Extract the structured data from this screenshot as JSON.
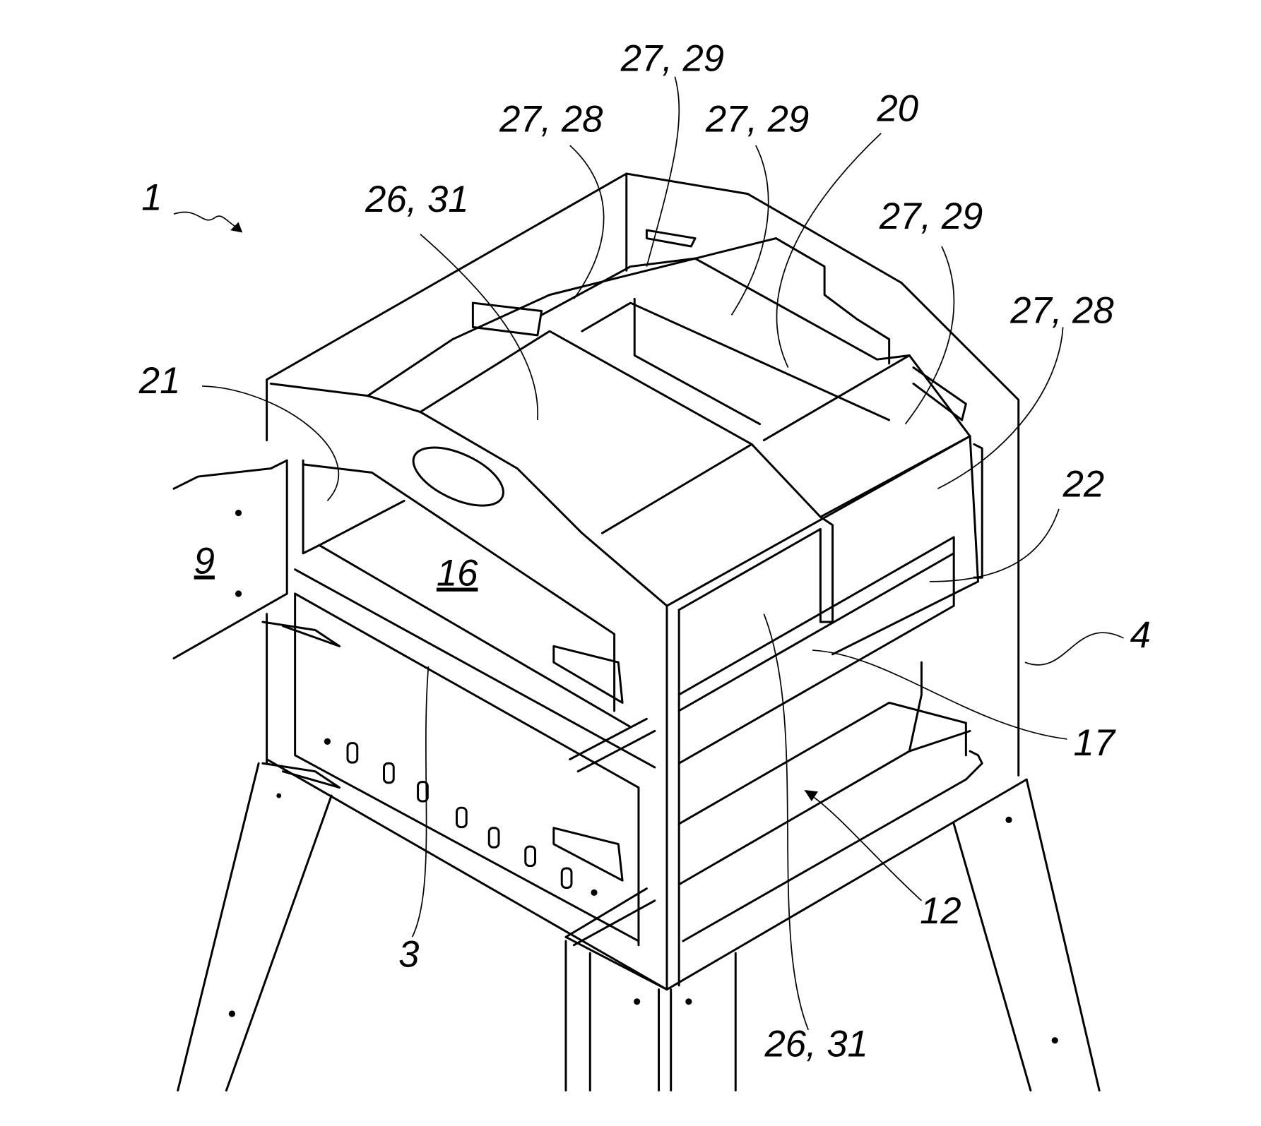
{
  "figure": {
    "labels": {
      "l_27_29_top": "27, 29",
      "l_27_28_left": "27, 28",
      "l_27_29_mid": "27, 29",
      "l_20": "20",
      "l_1": "1",
      "l_26_31_top": "26, 31",
      "l_27_29_right": "27, 29",
      "l_27_28_right": "27, 28",
      "l_21": "21",
      "l_22": "22",
      "l_9": "9",
      "l_16": "16",
      "l_4": "4",
      "l_17": "17",
      "l_12": "12",
      "l_3": "3",
      "l_26_31_bottom": "26, 31"
    }
  }
}
